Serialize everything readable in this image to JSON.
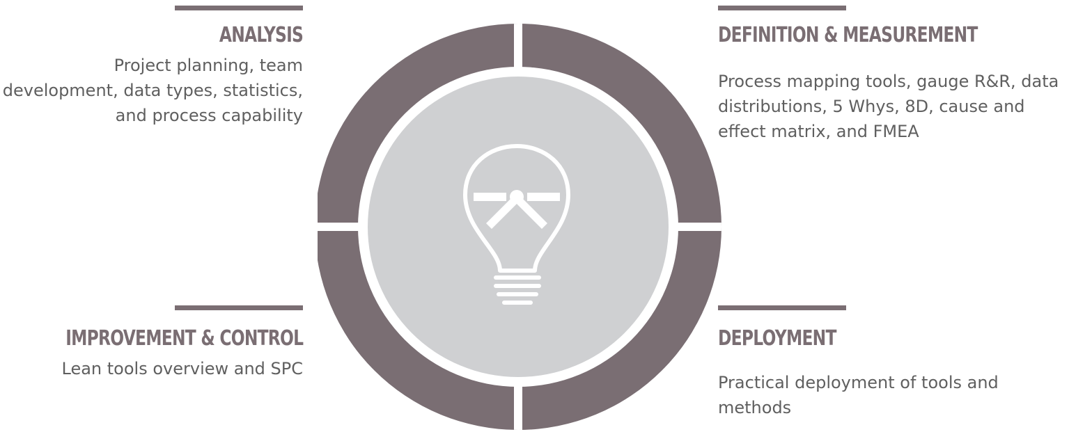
{
  "quadrants": {
    "top_left": {
      "title": "ANALYSIS",
      "description": "Project planning, team development, data types, statistics, and process capability"
    },
    "top_right": {
      "title": "DEFINITION & MEASUREMENT",
      "description": "Process mapping tools, gauge R&R, data distributions, 5 Whys, 8D, cause and effect matrix, and FMEA"
    },
    "bottom_left": {
      "title": "IMPROVEMENT & CONTROL",
      "description": "Lean tools overview and SPC"
    },
    "bottom_right": {
      "title": "DEPLOYMENT",
      "description": "Practical deployment of tools and methods"
    }
  },
  "center_icon": "lightbulb-icon",
  "colors": {
    "ring": "#7a6e73",
    "inner_circle": "#cfd0d2",
    "heading": "#7a6e73",
    "body_text": "#5f5f5f"
  }
}
